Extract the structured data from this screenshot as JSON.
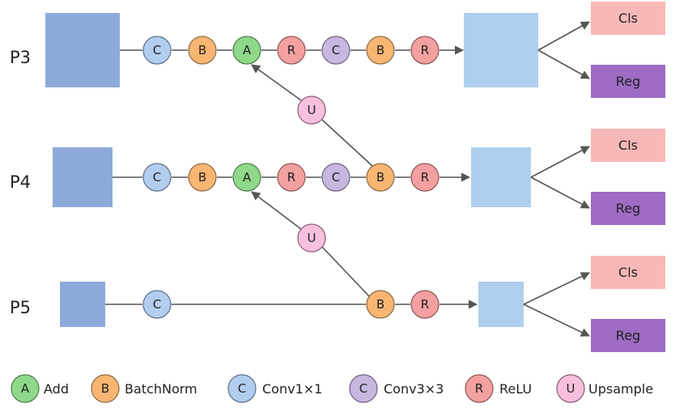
{
  "levels": [
    {
      "label": "P3",
      "output_labels": [
        "Cls",
        "Reg"
      ],
      "nodes": [
        "C",
        "B",
        "A",
        "R",
        "C",
        "B",
        "R"
      ]
    },
    {
      "label": "P4",
      "output_labels": [
        "Cls",
        "Reg"
      ],
      "nodes": [
        "C",
        "B",
        "A",
        "R",
        "C",
        "B",
        "R"
      ]
    },
    {
      "label": "P5",
      "output_labels": [
        "Cls",
        "Reg"
      ],
      "nodes": [
        "C",
        "B",
        "R"
      ]
    }
  ],
  "upsample_nodes": [
    "U",
    "U"
  ],
  "legend": [
    {
      "letter": "A",
      "label": "Add",
      "color": "#8fd88a"
    },
    {
      "letter": "B",
      "label": "BatchNorm",
      "color": "#f9b572"
    },
    {
      "letter": "C",
      "label": "Conv1×1",
      "color": "#b3cdf0"
    },
    {
      "letter": "C",
      "label": "Conv3×3",
      "color": "#c8b8e0"
    },
    {
      "letter": "R",
      "label": "ReLU",
      "color": "#f4a0a0"
    },
    {
      "letter": "U",
      "label": "Upsample",
      "color": "#f8c0dc"
    }
  ],
  "colors": {
    "feature_map_in": "#8eaadb",
    "feature_map_out": "#aecfee",
    "cls_box": "#f9b8b8",
    "reg_box": "#9e6cc4",
    "add": "#8fd88a",
    "batchnorm": "#f9b572",
    "conv1x1": "#b3cdf0",
    "conv3x3": "#c8b8e0",
    "relu": "#f4a0a0",
    "upsample": "#f8c0dc"
  }
}
